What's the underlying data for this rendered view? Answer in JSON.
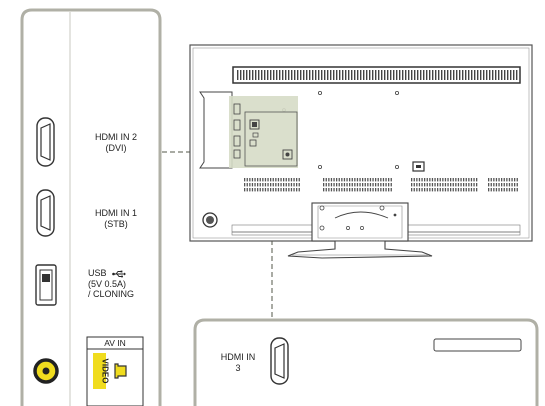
{
  "side_panel": {
    "ports": [
      {
        "id": "hdmi2",
        "line1": "HDMI IN 2",
        "line2": "(DVI)",
        "line3": ""
      },
      {
        "id": "hdmi1",
        "line1": "HDMI IN 1",
        "line2": "(STB)",
        "line3": ""
      },
      {
        "id": "usb",
        "line1": "USB",
        "line2": "(5V 0.5A)",
        "line3": "/ CLONING",
        "icon": "usb-icon"
      }
    ],
    "av_in": {
      "title": "AV IN",
      "video_label": "VIDEO"
    }
  },
  "bottom_panel": {
    "port_line1": "HDMI IN",
    "port_line2": "3"
  },
  "colors": {
    "panel_border": "#b0b0a6",
    "highlight": "#d6dcc6",
    "video_yellow": "#f0dc1e",
    "leader_line": "#a9aba4"
  }
}
